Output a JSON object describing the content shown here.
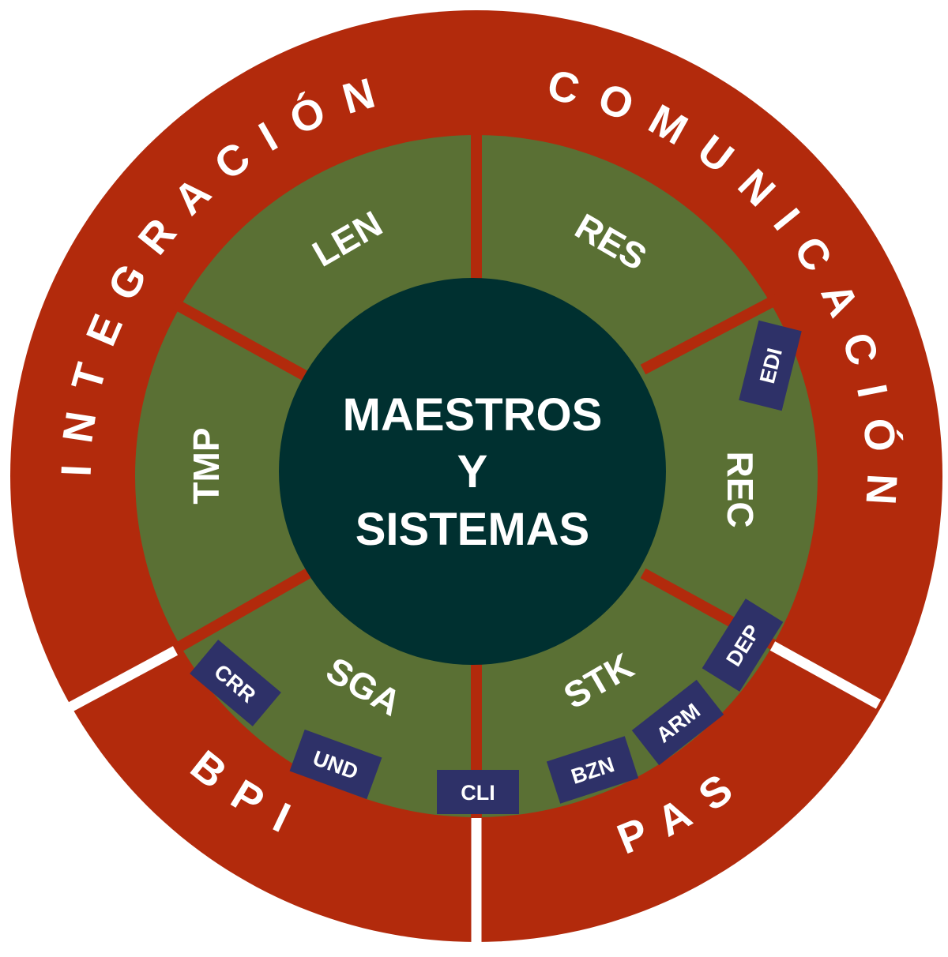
{
  "colors": {
    "outer_ring": "#b22a0c",
    "inner_ring": "#5a7034",
    "center": "#003030",
    "badge": "#2e3168",
    "divider_white": "#ffffff",
    "divider_red": "#b22a0c"
  },
  "center": {
    "lines": [
      "MAESTROS",
      "Y",
      "SISTEMAS"
    ]
  },
  "outer_labels": {
    "integracion": "INTEGRACIÓN",
    "comunicacion": "COMUNICACIÓN",
    "bpi": "BPI",
    "pas": "PAS"
  },
  "segments": {
    "len": "LEN",
    "res": "RES",
    "rec": "REC",
    "stk": "STK",
    "sga": "SGA",
    "tmp": "TMP"
  },
  "badges": {
    "edi": "EDI",
    "dep": "DEP",
    "arm": "ARM",
    "bzn": "BZN",
    "cli": "CLI",
    "und": "UND",
    "crr": "CRR"
  }
}
